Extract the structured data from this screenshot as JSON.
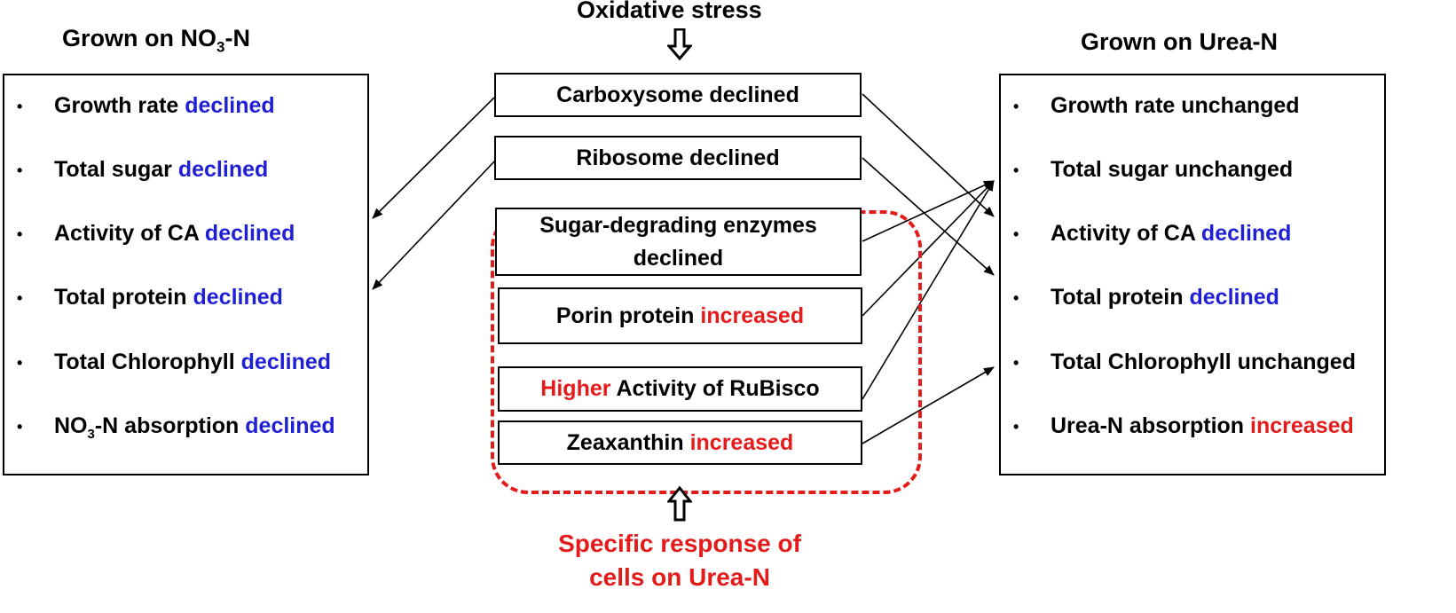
{
  "top_label": "Oxidative stress",
  "left_panel": {
    "title_prefix": "Grown on NO",
    "title_sub": "3",
    "title_suffix": "-N",
    "bullet": "•",
    "items": [
      {
        "label": "Growth rate ",
        "status": "declined"
      },
      {
        "label": "Total sugar ",
        "status": "declined"
      },
      {
        "label": "Activity of CA ",
        "status": "declined"
      },
      {
        "label": "Total protein ",
        "status": "declined"
      },
      {
        "label": "Total Chlorophyll ",
        "status": "declined"
      }
    ],
    "last_item": {
      "prefix": "NO",
      "sub": "3",
      "label": "-N absorption ",
      "status": "declined"
    }
  },
  "right_panel": {
    "title": "Grown on Urea-N",
    "bullet": "•",
    "items": [
      {
        "text": "Growth rate unchanged"
      },
      {
        "text": "Total sugar unchanged"
      },
      {
        "label": "Activity of CA ",
        "status": "declined"
      },
      {
        "label": "Total protein ",
        "status": "declined"
      },
      {
        "text": "Total Chlorophyll unchanged"
      },
      {
        "label": "Urea-N absorption ",
        "status": "increased"
      }
    ]
  },
  "center_boxes": {
    "carboxysome": "Carboxysome declined",
    "ribosome": "Ribosome declined",
    "sugar_line1": "Sugar-degrading enzymes",
    "sugar_line2": "declined",
    "porin_label": "Porin protein ",
    "porin_status": "increased",
    "rubisco_highlight": "Higher",
    "rubisco_label": " Activity of RuBisco",
    "zeaxanthin_label": "Zeaxanthin ",
    "zeaxanthin_status": "increased"
  },
  "bottom_label": {
    "line1": "Specific response of",
    "line2": "cells on Urea-N"
  },
  "colors": {
    "declined": "#1f1fd6",
    "increased": "#e31b1b",
    "frame": "#e31b1b",
    "line": "#000000"
  }
}
